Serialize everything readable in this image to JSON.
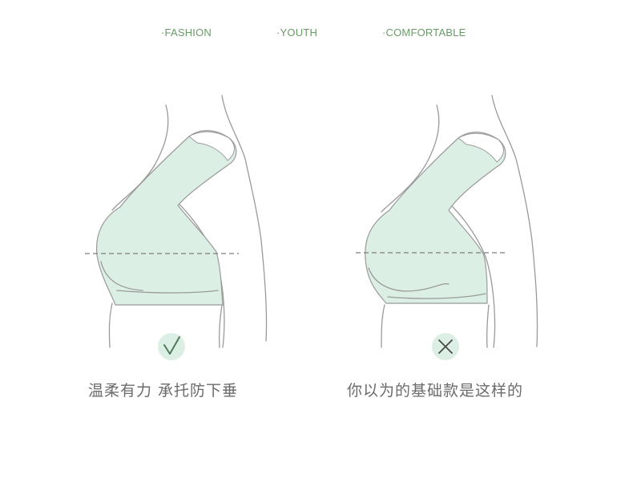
{
  "taglines": [
    "·FASHION",
    "·YOUTH",
    "·COMFORTABLE"
  ],
  "captions": {
    "good": "温柔有力 承托防下垂",
    "bad": "你以为的基础款是这样的"
  },
  "colors": {
    "tagline": "#6a9a68",
    "garment_fill": "#dcefe5",
    "outline": "#9a9a9a",
    "dash": "#7d7d7d",
    "badge": "#dcefe5",
    "check": "#4e7a58",
    "cross": "#4a4a4a",
    "caption": "#6b6b6b"
  },
  "icons": {
    "good": "check-mark-icon",
    "bad": "x-mark-icon"
  }
}
